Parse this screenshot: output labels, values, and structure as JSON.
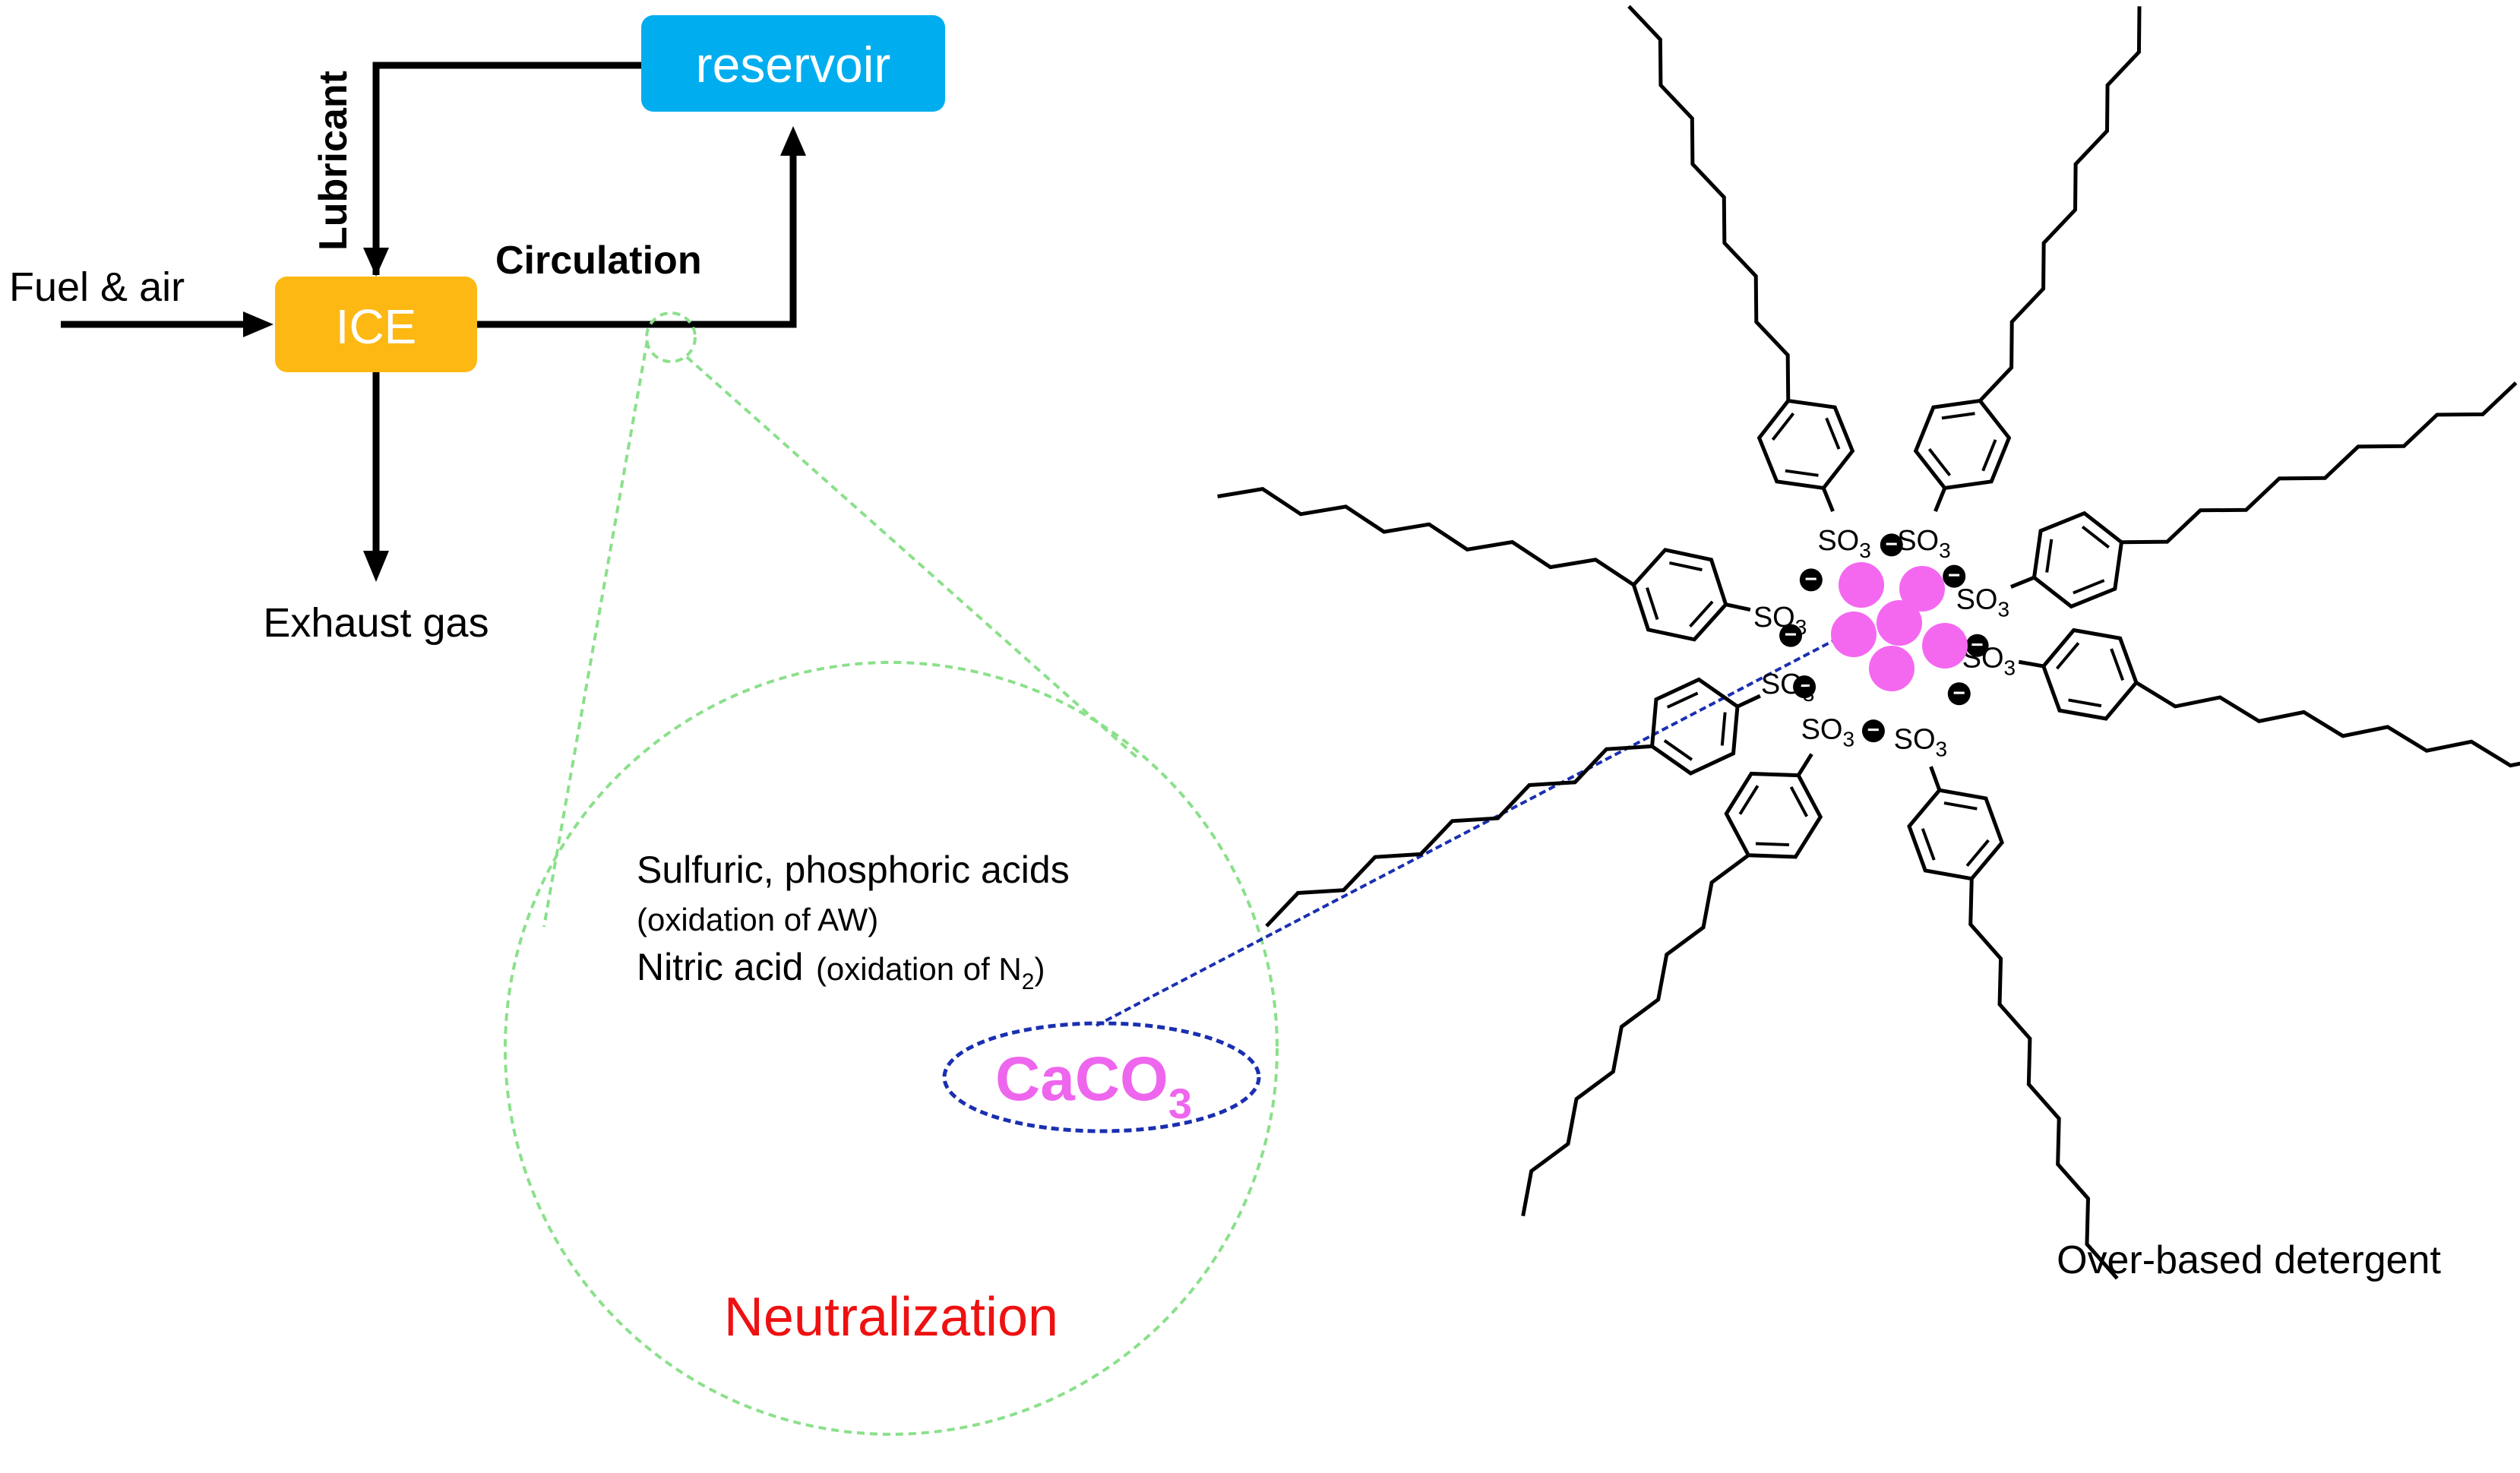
{
  "flow": {
    "reservoir": "reservoir",
    "ice": "ICE",
    "lubricant": "Lubricant",
    "circulation": "Circulation",
    "fuel_air": "Fuel & air",
    "exhaust": "Exhaust gas"
  },
  "zoom": {
    "line1": "Sulfuric, phosphoric acids",
    "line2": "(oxidation of AW)",
    "line3_main": "Nitric acid",
    "line3_paren": "(oxidation of N",
    "line3_sub": "2",
    "line3_close": ")",
    "caco": "CaCO",
    "caco_sub": "3",
    "neutralization": "Neutralization"
  },
  "detergent": {
    "label": "Over-based detergent",
    "so_text": "SO",
    "so_sub": "3",
    "minus": "−"
  },
  "colors": {
    "ice_box": "#FDB813",
    "reservoir_box": "#00AEEF",
    "zoom_circle": "#8BE08B",
    "caco_text": "#EE66EE",
    "ellipse": "#1A2FB0",
    "neutralization": "#EE1111",
    "core": "#F468F0"
  }
}
